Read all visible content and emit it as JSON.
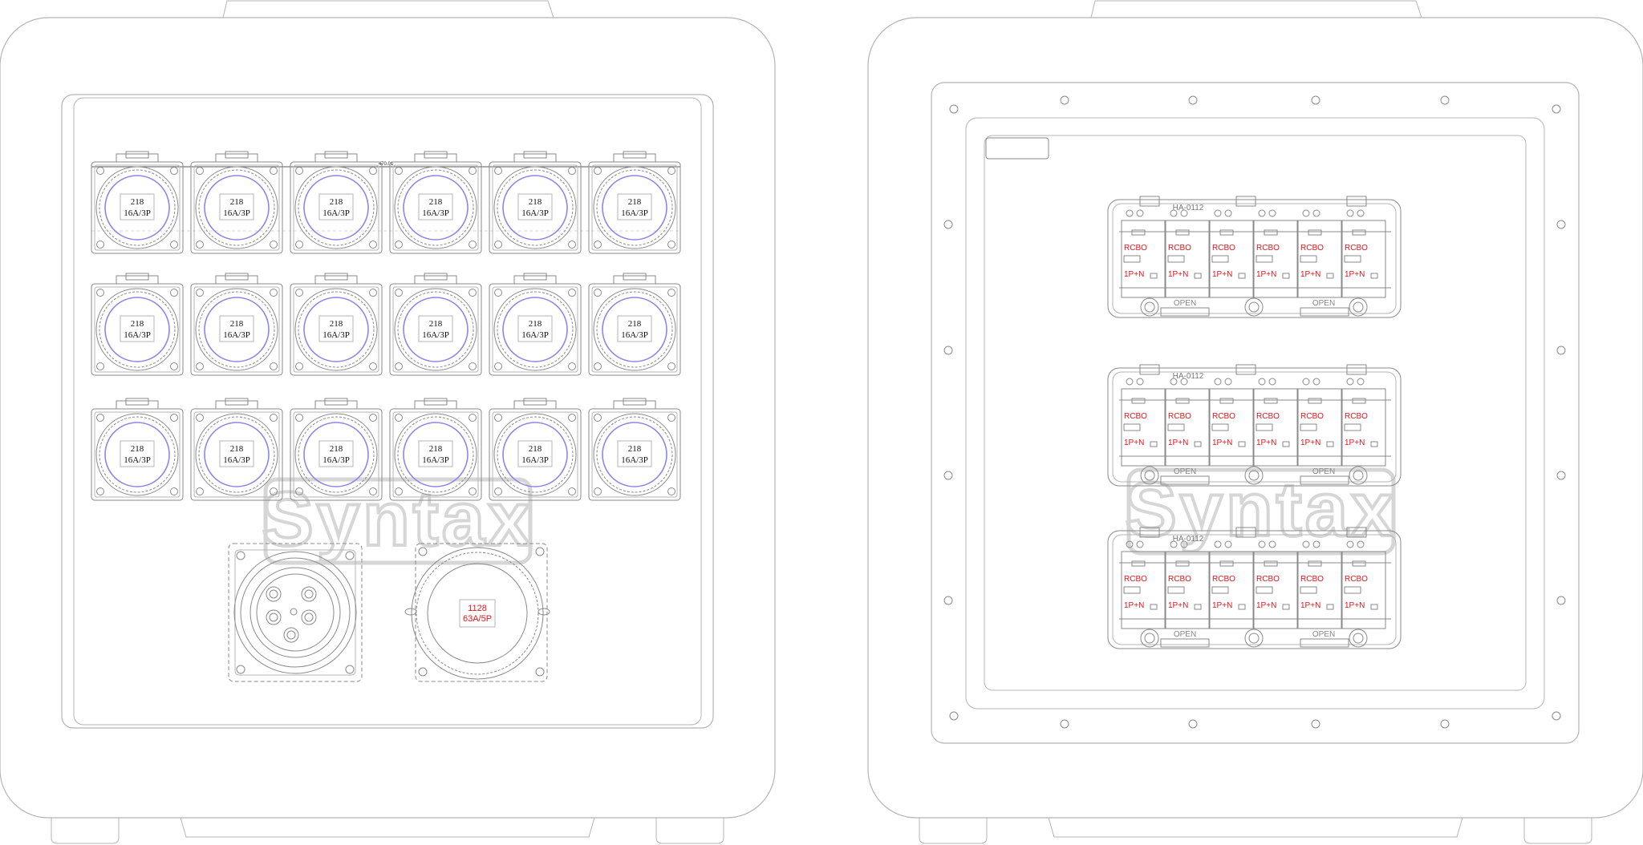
{
  "colors": {
    "line": "#8a8a8a",
    "line_light": "#b4b4b4",
    "socket_ring": "#8e86e8",
    "red_label": "#e8141b",
    "watermark": "#d6d6d6",
    "text": "#111111"
  },
  "front_panel": {
    "dimension_text": "470.01",
    "socket_rows": [
      [
        {
          "line1": "218",
          "line2": "16A/3P"
        },
        {
          "line1": "218",
          "line2": "16A/3P"
        },
        {
          "line1": "218",
          "line2": "16A/3P"
        },
        {
          "line1": "218",
          "line2": "16A/3P"
        },
        {
          "line1": "218",
          "line2": "16A/3P"
        },
        {
          "line1": "218",
          "line2": "16A/3P"
        }
      ],
      [
        {
          "line1": "218",
          "line2": "16A/3P"
        },
        {
          "line1": "218",
          "line2": "16A/3P"
        },
        {
          "line1": "218",
          "line2": "16A/3P"
        },
        {
          "line1": "218",
          "line2": "16A/3P"
        },
        {
          "line1": "218",
          "line2": "16A/3P"
        },
        {
          "line1": "218",
          "line2": "16A/3P"
        }
      ],
      [
        {
          "line1": "218",
          "line2": "16A/3P"
        },
        {
          "line1": "218",
          "line2": "16A/3P"
        },
        {
          "line1": "218",
          "line2": "16A/3P"
        },
        {
          "line1": "218",
          "line2": "16A/3P"
        },
        {
          "line1": "218",
          "line2": "16A/3P"
        },
        {
          "line1": "218",
          "line2": "16A/3P"
        }
      ]
    ],
    "inlet_connector_icon": "5-pin-plug-inlet-icon",
    "main_socket": {
      "line1": "1128",
      "line2": "63A/5P"
    },
    "watermark": "Syntax"
  },
  "back_panel": {
    "breaker_rows": [
      {
        "enclosure_label": "HA-0112",
        "breakers": [
          {
            "type": "RCBO",
            "poles": "1P+N"
          },
          {
            "type": "RCBO",
            "poles": "1P+N"
          },
          {
            "type": "RCBO",
            "poles": "1P+N"
          },
          {
            "type": "RCBO",
            "poles": "1P+N"
          },
          {
            "type": "RCBO",
            "poles": "1P+N"
          },
          {
            "type": "RCBO",
            "poles": "1P+N"
          }
        ],
        "open_labels": [
          "OPEN",
          "OPEN"
        ]
      },
      {
        "enclosure_label": "HA-0112",
        "breakers": [
          {
            "type": "RCBO",
            "poles": "1P+N"
          },
          {
            "type": "RCBO",
            "poles": "1P+N"
          },
          {
            "type": "RCBO",
            "poles": "1P+N"
          },
          {
            "type": "RCBO",
            "poles": "1P+N"
          },
          {
            "type": "RCBO",
            "poles": "1P+N"
          },
          {
            "type": "RCBO",
            "poles": "1P+N"
          }
        ],
        "open_labels": [
          "OPEN",
          "OPEN"
        ]
      },
      {
        "enclosure_label": "HA-0112",
        "breakers": [
          {
            "type": "RCBO",
            "poles": "1P+N"
          },
          {
            "type": "RCBO",
            "poles": "1P+N"
          },
          {
            "type": "RCBO",
            "poles": "1P+N"
          },
          {
            "type": "RCBO",
            "poles": "1P+N"
          },
          {
            "type": "RCBO",
            "poles": "1P+N"
          },
          {
            "type": "RCBO",
            "poles": "1P+N"
          }
        ],
        "open_labels": [
          "OPEN",
          "OPEN"
        ]
      }
    ],
    "watermark": "Syntax"
  }
}
